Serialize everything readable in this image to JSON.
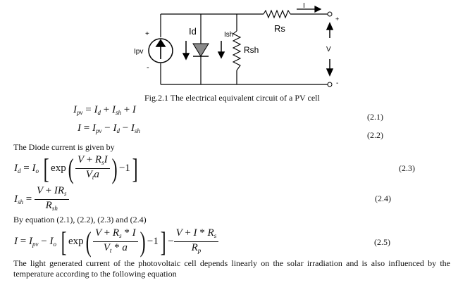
{
  "circuit": {
    "plus_left": "+",
    "minus_left": "-",
    "source_label": "Ipv",
    "diode_label": "Id",
    "shunt_current_label": "Ish",
    "shunt_resistor_label": "Rsh",
    "series_resistor_label": "Rs",
    "output_current_label": "I",
    "voltage_label": "V",
    "plus_right": "+",
    "minus_right": "-"
  },
  "figure_caption": "Fig.2.1 The electrical equivalent circuit of a PV cell",
  "equations": {
    "eq1_number": "(2.1)",
    "eq2_number": "(2.2)",
    "eq3_number": "(2.3)",
    "eq4_number": "(2.4)",
    "eq5_number": "(2.5)"
  },
  "text": {
    "diode_intro": "The Diode current is given by",
    "by_equation": "By equation (2.1), (2.2), (2.3) and (2.4)",
    "paragraph": "The light generated current of the photovoltaic cell depends linearly on the solar irradiation and is also influenced by the temperature according to the following equation"
  }
}
